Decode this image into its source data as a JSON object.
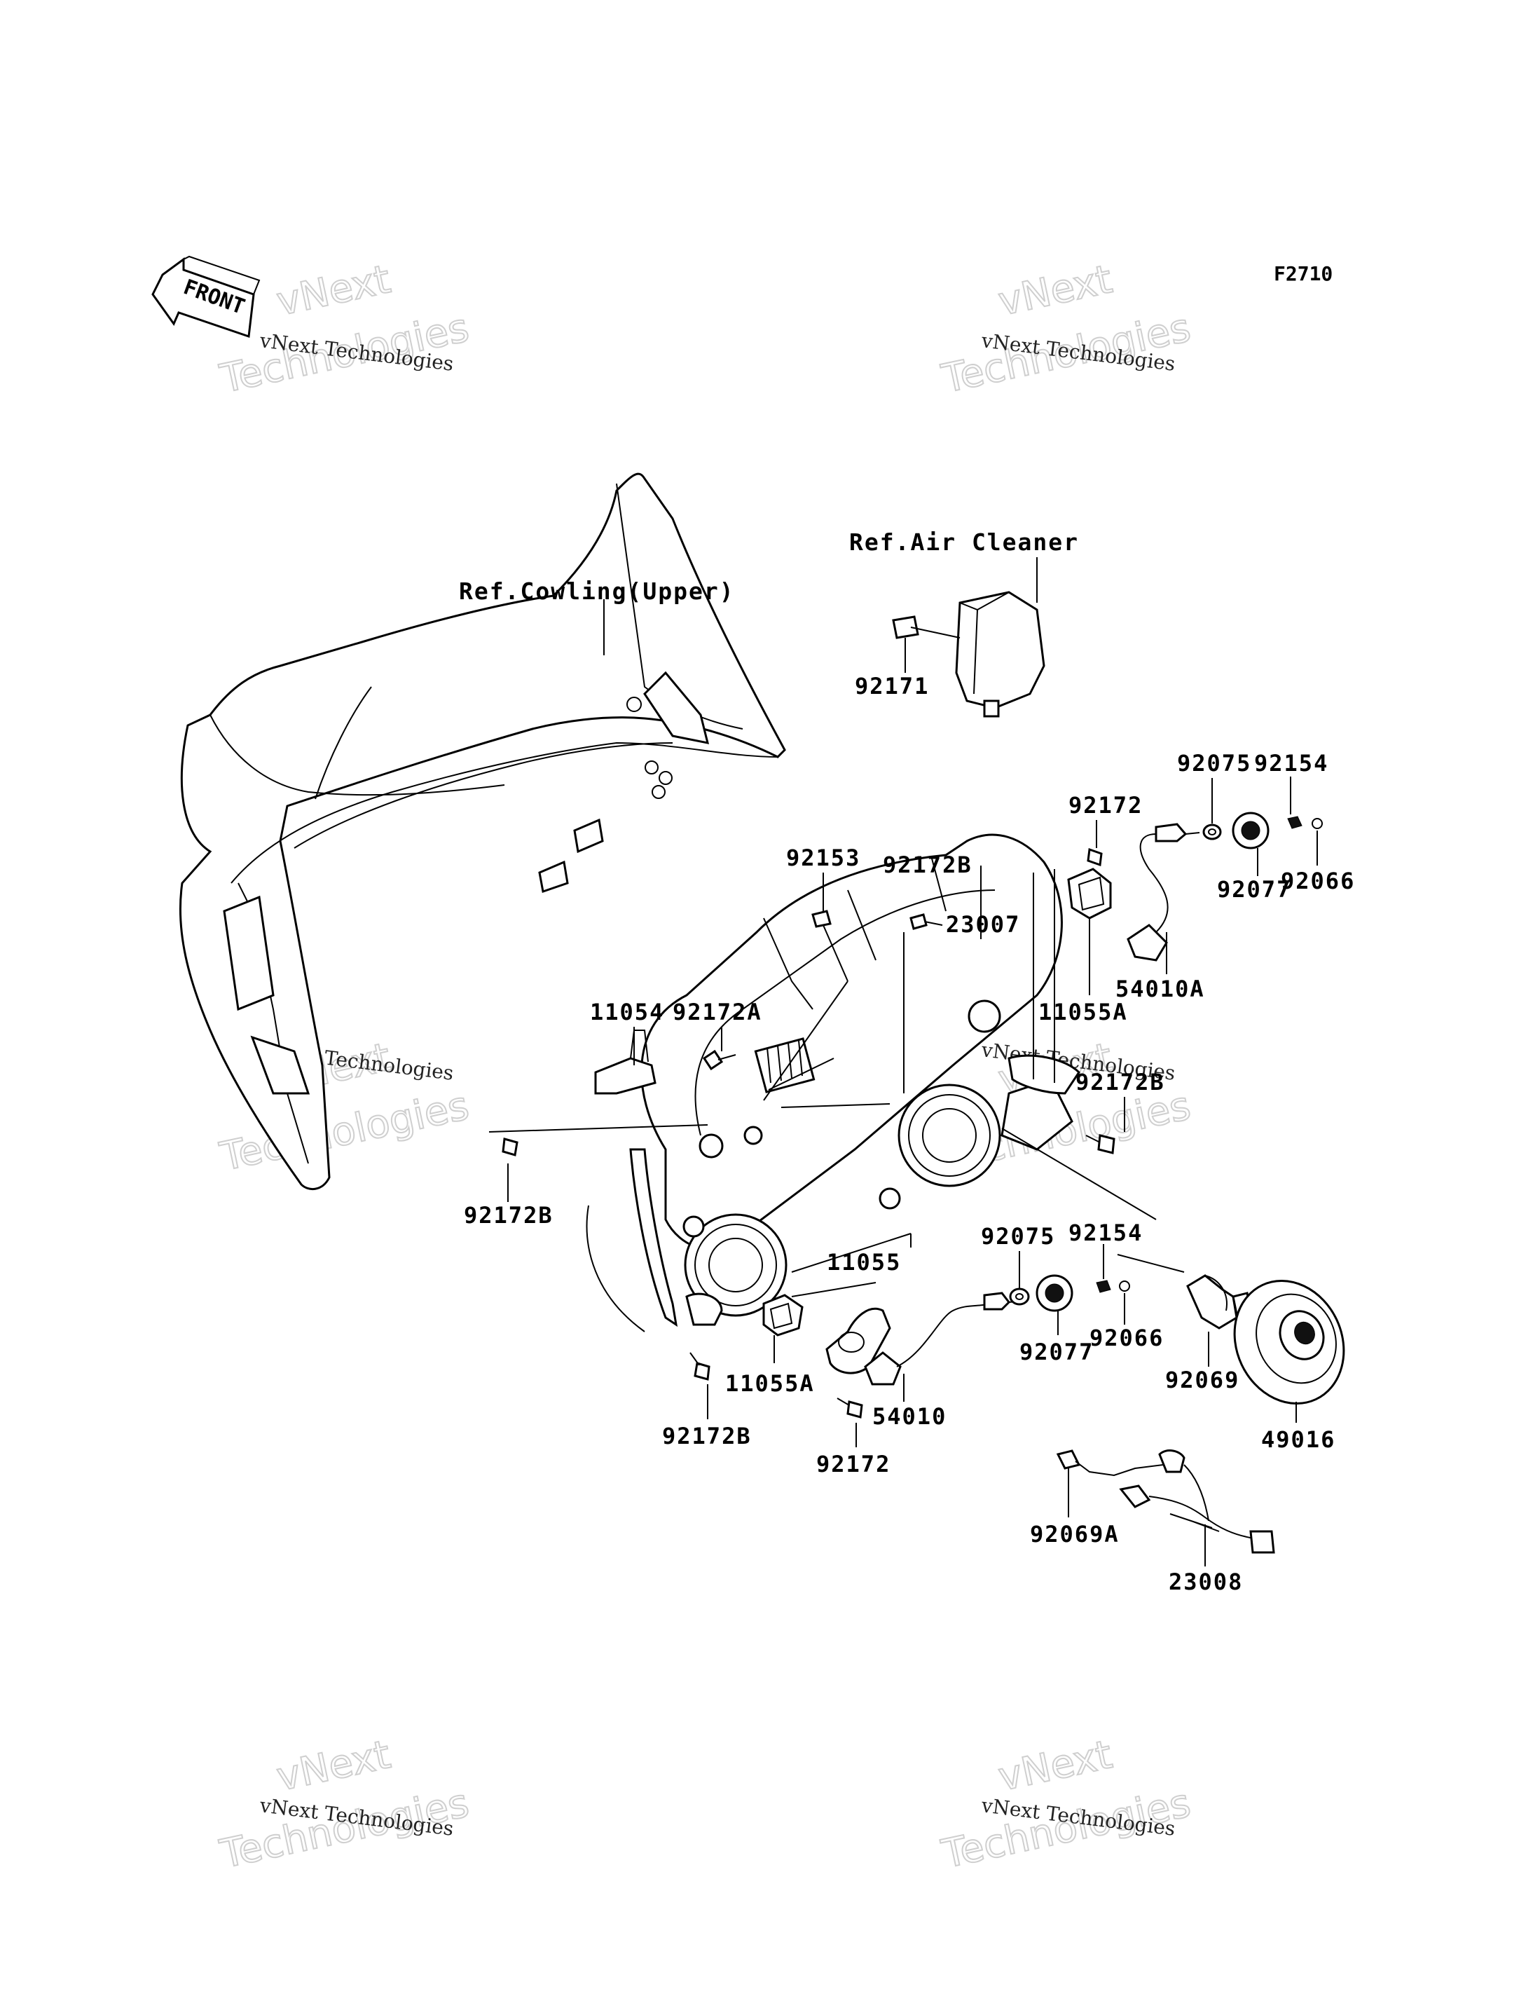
{
  "figure_code": "F2710",
  "front_arrow": "FRONT",
  "watermark": {
    "line1": "vNext",
    "line2": "Technologies",
    "caption": "vNext Technologies"
  },
  "references": {
    "cowling": "Ref.Cowling(Upper)",
    "air_cleaner": "Ref.Air Cleaner"
  },
  "part_labels": {
    "p92171": "92171",
    "p92075_top": "92075",
    "p92154_top": "92154",
    "p92172_top": "92172",
    "p92077_top": "92077",
    "p92066_top": "92066",
    "p92153": "92153",
    "p92172b_top": "92172B",
    "p23007": "23007",
    "p11055a_top": "11055A",
    "p54010a": "54010A",
    "p11054": "11054",
    "p92172a": "92172A",
    "p92172b_right": "92172B",
    "p92172b_left": "92172B",
    "p92075_mid": "92075",
    "p92154_mid": "92154",
    "p11055": "11055",
    "p92077_mid": "92077",
    "p92066_mid": "92066",
    "p92069": "92069",
    "p49016": "49016",
    "p11055a_bottom": "11055A",
    "p54010": "54010",
    "p92172b_bottom": "92172B",
    "p92172_bottom": "92172",
    "p92069a": "92069A",
    "p23008": "23008"
  }
}
